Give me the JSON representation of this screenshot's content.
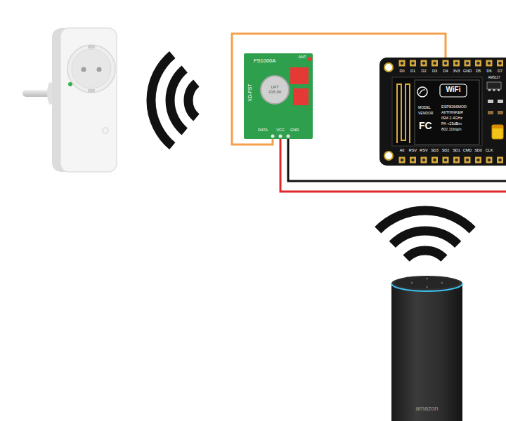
{
  "diagram": {
    "nodes": [
      {
        "text": [
          "FS1000A",
          "ANT",
          "XD-FST",
          "LRT 315.00",
          "DATA",
          "VCC",
          "GND"
        ]
      },
      {
        "text": [
          "D0",
          "D1",
          "D2",
          "D3",
          "D4",
          "3V3",
          "GND",
          "D5",
          "D6",
          "D7",
          "MODEL",
          "VENDOR",
          "WiFi",
          "ESP8266MOD",
          "AI/THINKER",
          "ISM 2.4GHz",
          "PA +25dBm",
          "802.11b/g/n",
          "FC",
          "AMS117",
          "A0",
          "RSV",
          "RSV",
          "SD3",
          "SD2",
          "SD1",
          "CMD",
          "SD0",
          "CLK"
        ]
      }
    ],
    "edges": [
      {
        "from": 0,
        "to": 1,
        "arrow": "none"
      }
    ],
    "labels": [
      "amazon"
    ]
  }
}
